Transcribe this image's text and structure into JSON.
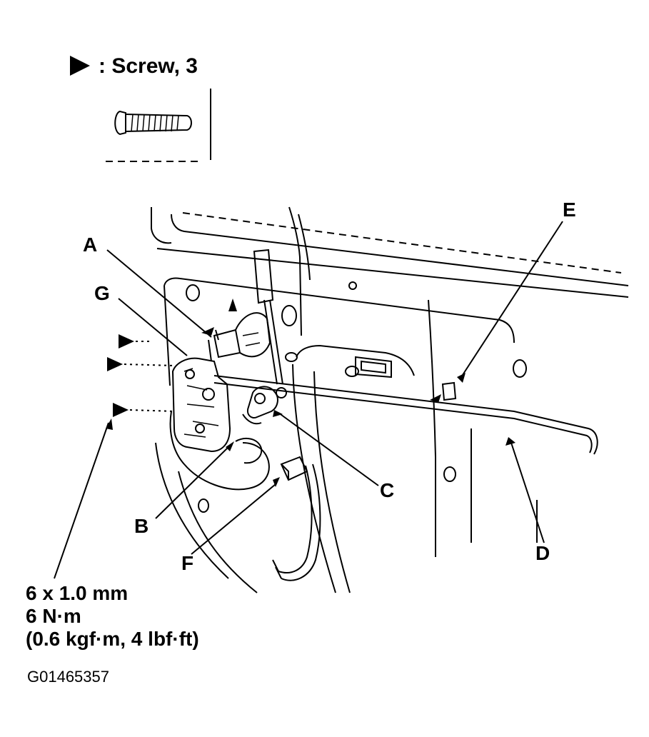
{
  "legend": {
    "screw_label": ": Screw, 3"
  },
  "callouts": {
    "a": "A",
    "b": "B",
    "c": "C",
    "d": "D",
    "e": "E",
    "f": "F",
    "g": "G"
  },
  "spec": {
    "size": "6 x 1.0 mm",
    "torque": "6 N·m",
    "torque_alt": "(0.6 kgf·m, 4 lbf·ft)"
  },
  "figure_code": "G01465357"
}
